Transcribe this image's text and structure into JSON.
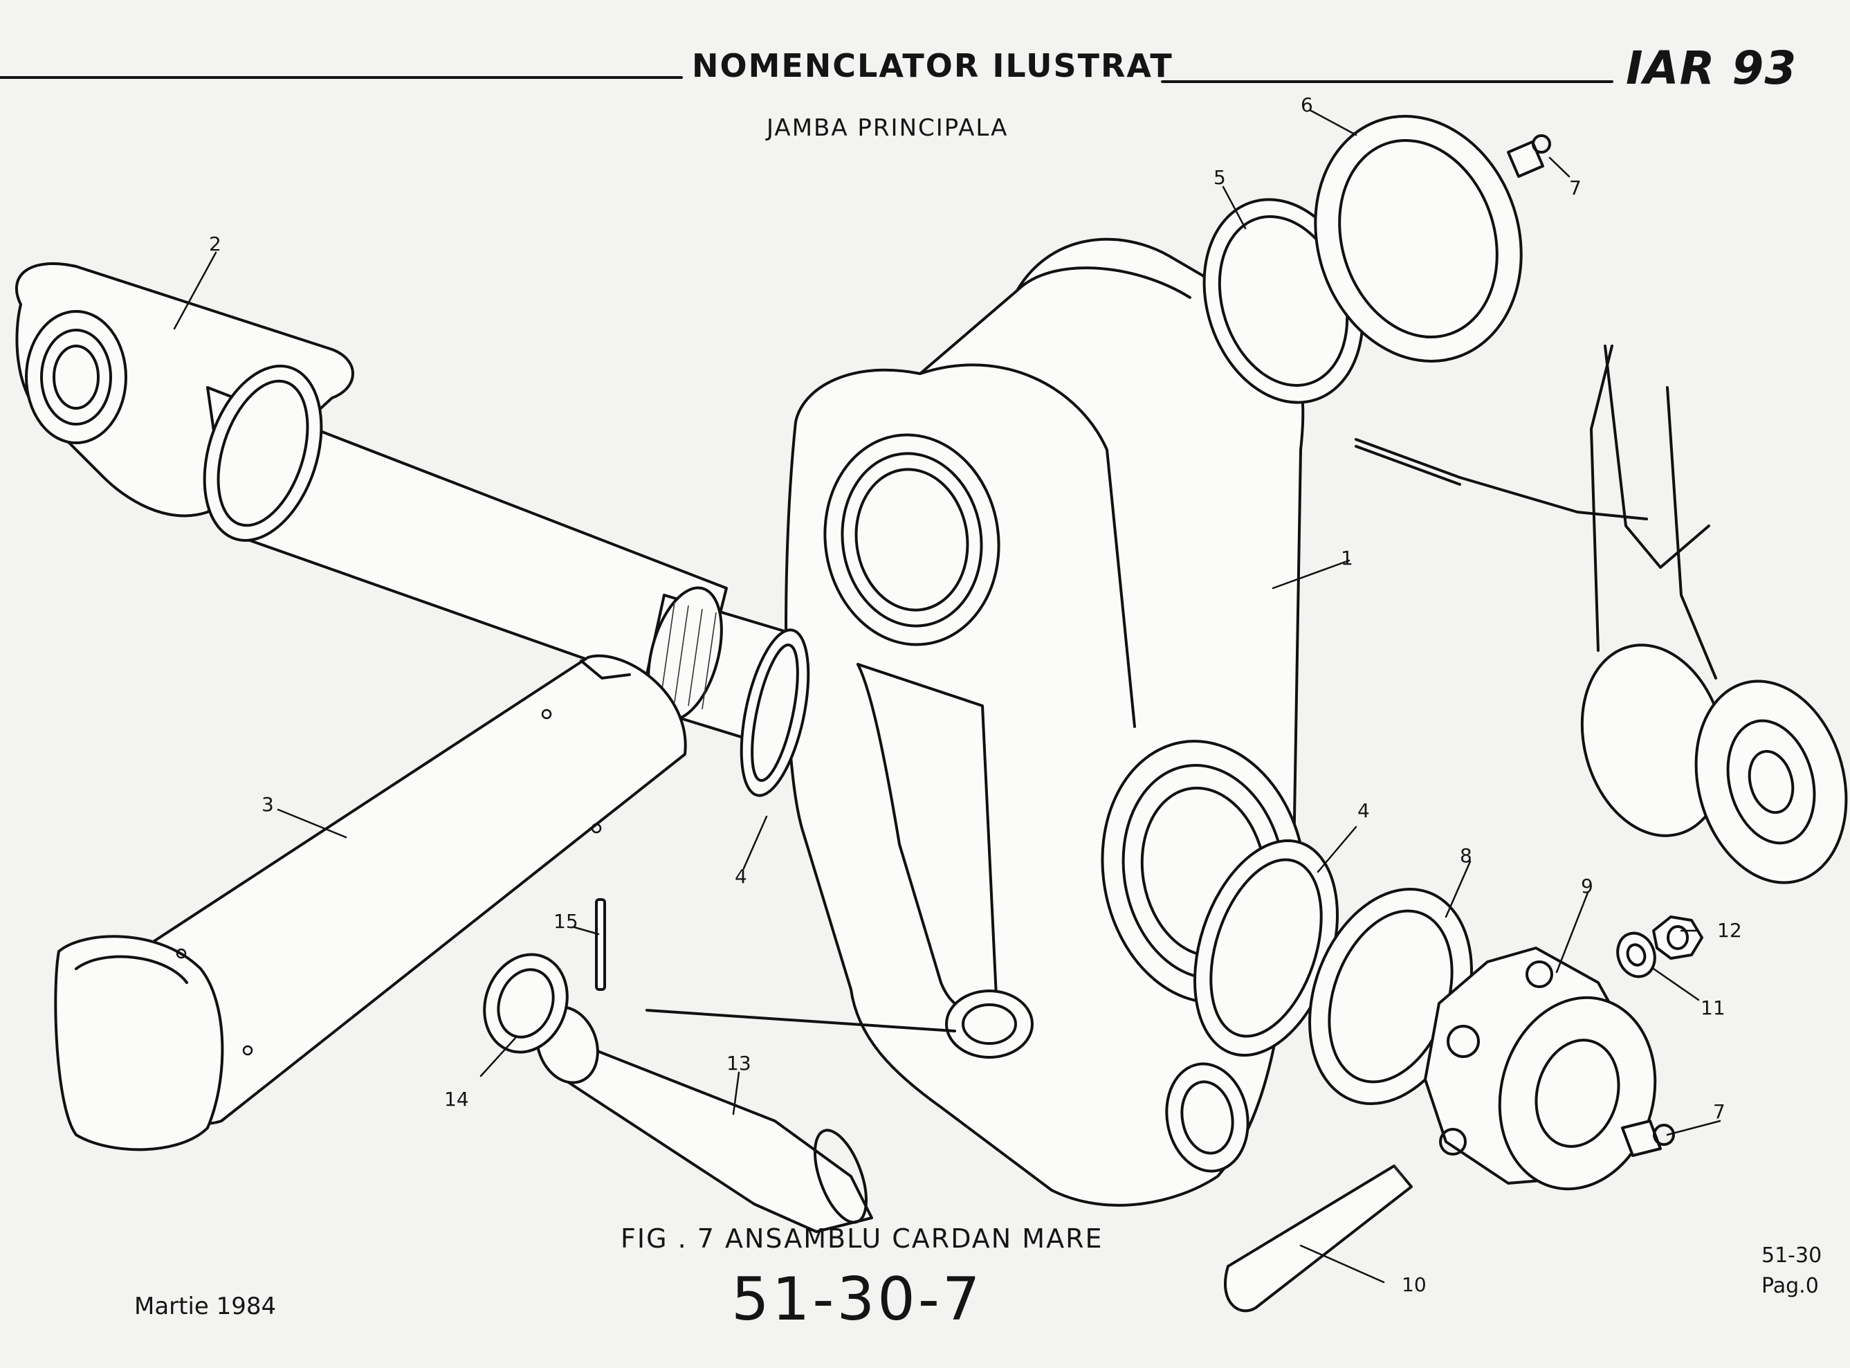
{
  "header": {
    "title": "NOMENCLATOR ILUSTRAT",
    "logo": "IAR 93",
    "subtitle": "JAMBA PRINCIPALA"
  },
  "callouts": [
    "1",
    "2",
    "3",
    "4",
    "4",
    "5",
    "6",
    "7",
    "7",
    "8",
    "9",
    "10",
    "11",
    "12",
    "13",
    "14",
    "15"
  ],
  "figure": {
    "caption": "FIG . 7 ANSAMBLU CARDAN MARE",
    "number": "51-30-7"
  },
  "footer": {
    "date": "Martie 1984",
    "chapter": "51-30",
    "page": "Pag.0"
  }
}
